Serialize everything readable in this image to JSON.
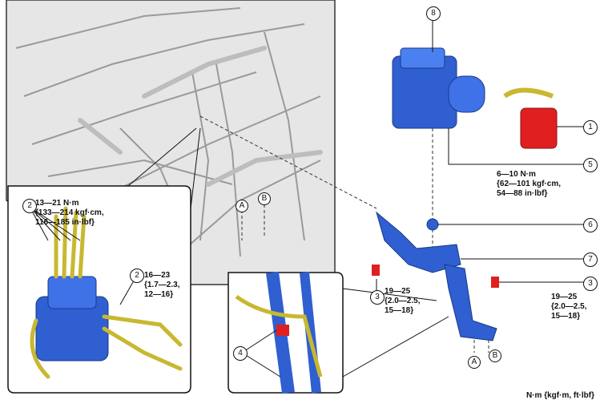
{
  "callouts": {
    "c1": "1",
    "c2a": "2",
    "c2b": "2",
    "c3a": "3",
    "c3b": "3",
    "c4": "4",
    "c5": "5",
    "c6": "6",
    "c7": "7",
    "c8": "8"
  },
  "letters": {
    "a1": "A",
    "b1": "B",
    "a2": "A",
    "b2": "B"
  },
  "torques": {
    "t5": "6—10 N·m\n{62—101 kgf·cm,\n54—88 in·lbf}",
    "t2a": "13—21 N·m\n{133—214 kgf·cm,\n116—185 in·lbf}",
    "t2b": "16—23\n{1.7—2.3,\n12—16}",
    "t3a": "19—25\n{2.0—2.5,\n15—18}",
    "t3b": "19—25\n{2.0—2.5,\n15—18}"
  },
  "units": "N·m {kgf·m, ft·lbf}",
  "colors": {
    "module_blue": "#2f5fd0",
    "connector_red": "#e02020",
    "pipe_yellow": "#c8b830",
    "engine_gray": "#d8d8d8"
  }
}
